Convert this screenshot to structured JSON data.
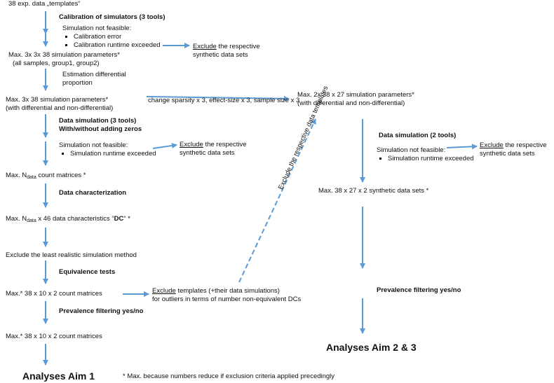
{
  "colors": {
    "arrow": "#5b9bd5",
    "text": "#111111"
  },
  "left_column": {
    "templates": "38 exp. data „templates“",
    "calibration_title": "Calibration of simulators (3 tools)",
    "sim_not_feasible_1": "Simulation not feasible:",
    "calibration_error": "Calibration error",
    "calibration_runtime": "Calibration runtime exceeded",
    "params_max_line1": "Max. 3x 3x 38 simulation parameters*",
    "params_max_line2": "(all samples, group1, group2)",
    "estimation_line1": "Estimation differential",
    "estimation_line2": "proportion",
    "params_diff_line1": "Max. 3x 38 simulation parameters*",
    "params_diff_line2": "(with differential and non-differential)",
    "datasim_title": "Data simulation (3 tools)",
    "datasim_subtitle": "With/without adding zeros",
    "sim_not_feasible_2": "Simulation not feasible:",
    "sim_runtime_1": "Simulation runtime exceeded",
    "count_matrices_pre": "Max. N",
    "count_matrices_sub": "data",
    "count_matrices_post": " count matrices *",
    "data_char": "Data characterization",
    "dc_pre": "Max. N",
    "dc_sub": "data",
    "dc_mid": " x 46 data characteristics “",
    "dc_bold": "DC",
    "dc_post": "“ *",
    "exclude_least": "Exclude the least realistic simulation method",
    "equiv_tests": "Equivalence tests",
    "max_38_10_a": "Max.* 38 x 10 x 2 count matrices",
    "prevalence_left": "Prevalence filtering yes/no",
    "max_38_10_b": "Max.* 38 x 10 x 2 count matrices",
    "analyses_aim1": "Analyses Aim 1"
  },
  "exclusions": {
    "exclude_word": "Exclude",
    "respective_rest": " the respective",
    "synthetic_sets": "synthetic data sets",
    "templates_rest": " templates (+their data simulations)",
    "outliers": "for outliers in terms of number non-equivalent DCs"
  },
  "right_column": {
    "change_params": "change sparsity x 3, effect-size x 3, sample size x 3",
    "params2_line1": "Max. 2x 38 x 27 simulation parameters*",
    "params2_line2": "(with differential and non-differential)",
    "datasim2_title": "Data simulation (2 tools)",
    "sim_not_feasible_3": "Simulation not feasible:",
    "sim_runtime_2": "Simulation runtime exceeded",
    "synthetic_max": "Max. 38 x 27 x 2 synthetic data sets *",
    "prevalence_right": "Prevalence filtering yes/no",
    "analyses_aim23": "Analyses Aim 2 & 3"
  },
  "rotated_label": "Exclude the respective data templates",
  "footnote": "*  Max. because numbers reduce if exclusion criteria applied precedingly"
}
